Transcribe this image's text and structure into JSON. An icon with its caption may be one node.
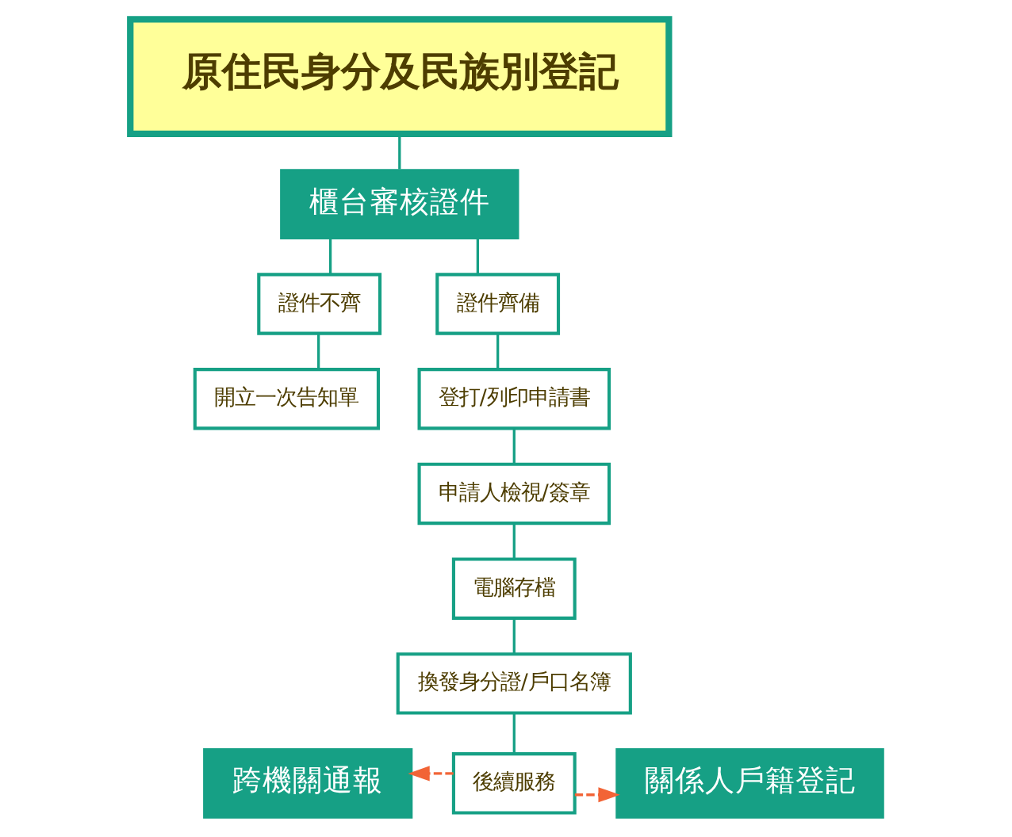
{
  "diagram": {
    "nodes": [
      {
        "text": [
          "原住民身分及民族別登記"
        ]
      },
      {
        "text": [
          "櫃台審核證件"
        ]
      },
      {
        "text": [
          "證件不齊"
        ]
      },
      {
        "text": [
          "證件齊備"
        ]
      },
      {
        "text": [
          "開立一次告知單"
        ]
      },
      {
        "text": [
          "登打/列印申請書"
        ]
      },
      {
        "text": [
          "申請人檢視/簽章"
        ]
      },
      {
        "text": [
          "電腦存檔"
        ]
      },
      {
        "text": [
          "換發身分證/戶口名簿"
        ]
      },
      {
        "text": [
          "後續服務"
        ]
      },
      {
        "text": [
          "跨機關通報"
        ]
      },
      {
        "text": [
          "關係人戶籍登記"
        ]
      }
    ],
    "edges": [
      {
        "from": 0,
        "to": 1,
        "arrow": "none"
      },
      {
        "from": 1,
        "to": 2,
        "arrow": "none"
      },
      {
        "from": 1,
        "to": 3,
        "arrow": "none"
      },
      {
        "from": 2,
        "to": 4,
        "arrow": "none"
      },
      {
        "from": 3,
        "to": 5,
        "arrow": "none"
      },
      {
        "from": 5,
        "to": 6,
        "arrow": "none"
      },
      {
        "from": 6,
        "to": 7,
        "arrow": "none"
      },
      {
        "from": 7,
        "to": 8,
        "arrow": "none"
      },
      {
        "from": 8,
        "to": 9,
        "arrow": "none"
      },
      {
        "from": 9,
        "to": 10,
        "arrow": "to",
        "style": "dashed",
        "color": "#f26436"
      },
      {
        "from": 9,
        "to": 11,
        "arrow": "to",
        "style": "dashed",
        "color": "#f26436"
      }
    ]
  }
}
